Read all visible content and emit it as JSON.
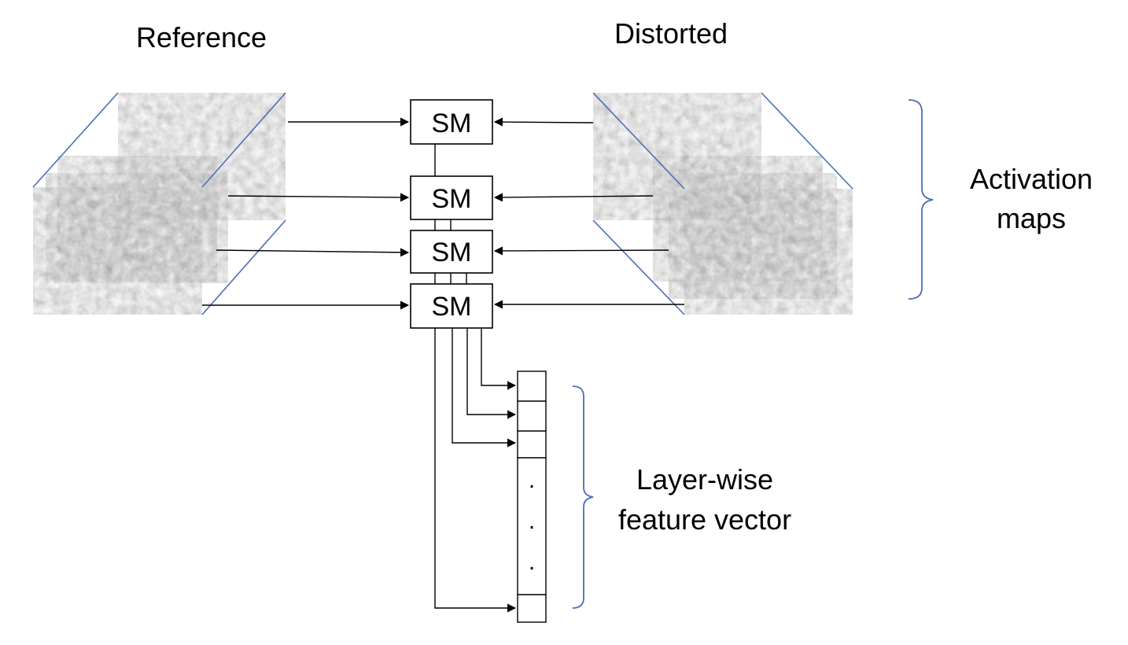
{
  "labels": {
    "reference": "Reference",
    "distorted": "Distorted",
    "activation_line1": "Activation",
    "activation_line2": "maps",
    "layerwise_line1": "Layer-wise",
    "layerwise_line2": "feature vector"
  },
  "sm_blocks": [
    "SM",
    "SM",
    "SM",
    "SM"
  ],
  "vector_dots": [
    ".",
    ".",
    "."
  ],
  "colors": {
    "bracket": "#4a6fb5",
    "frustum": "#4a6fb5",
    "map_fill": "#8a8a8a",
    "map_fill_light": "#9c9c9c",
    "line": "#000000"
  }
}
